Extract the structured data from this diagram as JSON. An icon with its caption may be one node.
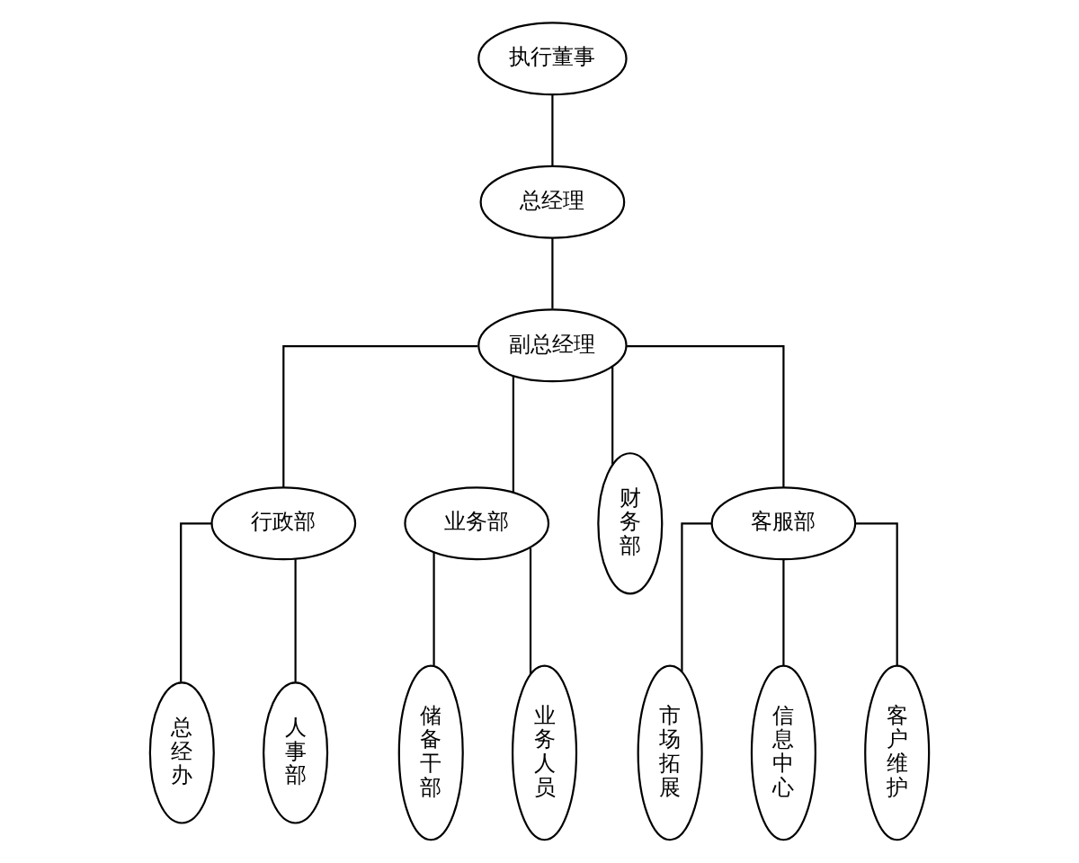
{
  "diagram": {
    "nodes": [
      {
        "text": [
          "执行董事"
        ]
      },
      {
        "text": [
          "总经理"
        ]
      },
      {
        "text": [
          "副总经理"
        ]
      },
      {
        "text": [
          "行政部"
        ]
      },
      {
        "text": [
          "业务部"
        ]
      },
      {
        "text": [
          "财务部"
        ]
      },
      {
        "text": [
          "客服部"
        ]
      },
      {
        "text": [
          "总经办"
        ]
      },
      {
        "text": [
          "人事部"
        ]
      },
      {
        "text": [
          "储备干部"
        ]
      },
      {
        "text": [
          "业务人员"
        ]
      },
      {
        "text": [
          "市场拓展"
        ]
      },
      {
        "text": [
          "信息中心"
        ]
      },
      {
        "text": [
          "客户维护"
        ]
      }
    ],
    "edges": [
      {
        "from": 0,
        "to": 1,
        "arrow": "none"
      },
      {
        "from": 1,
        "to": 2,
        "arrow": "none"
      },
      {
        "from": 2,
        "to": 3,
        "arrow": "none"
      },
      {
        "from": 2,
        "to": 4,
        "arrow": "none"
      },
      {
        "from": 2,
        "to": 5,
        "arrow": "none"
      },
      {
        "from": 2,
        "to": 6,
        "arrow": "none"
      },
      {
        "from": 3,
        "to": 7,
        "arrow": "none"
      },
      {
        "from": 3,
        "to": 8,
        "arrow": "none"
      },
      {
        "from": 4,
        "to": 9,
        "arrow": "none"
      },
      {
        "from": 4,
        "to": 10,
        "arrow": "none"
      },
      {
        "from": 6,
        "to": 11,
        "arrow": "none"
      },
      {
        "from": 6,
        "to": 12,
        "arrow": "none"
      },
      {
        "from": 6,
        "to": 13,
        "arrow": "none"
      }
    ]
  }
}
